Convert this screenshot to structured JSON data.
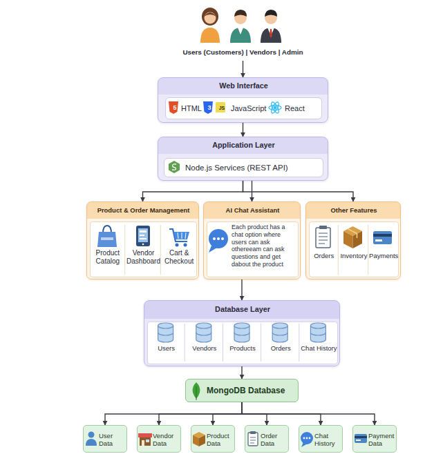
{
  "diagram": {
    "nodes": [
      {
        "text": [
          "Users (Customers) | Vendors | Admin"
        ]
      },
      {
        "text": [
          "Web Interface"
        ]
      },
      {
        "text": [
          "HTML",
          "JavaScript",
          "React"
        ],
        "in": 1
      },
      {
        "text": [
          "Application Layer"
        ]
      },
      {
        "text": [
          "Node.js Services (REST API)"
        ],
        "in": 3
      },
      {
        "text": [
          "Product & Order Management"
        ]
      },
      {
        "text": [
          "AI Chat Assistant",
          "Each product has a chat option where users can ask othereeam can ask questions and get dabout the product"
        ]
      },
      {
        "text": [
          "Other Features"
        ]
      },
      {
        "text": [
          "Database Layer"
        ]
      },
      {
        "text": [
          "MongoDB Database"
        ]
      },
      {
        "text": [
          "User Data"
        ]
      },
      {
        "text": [
          "Vendor Data"
        ]
      },
      {
        "text": [
          "Product Data"
        ]
      },
      {
        "text": [
          "Order Data"
        ]
      },
      {
        "text": [
          "Chat History"
        ]
      },
      {
        "text": [
          "Payment Data"
        ]
      }
    ],
    "edges": [
      {
        "from": 0,
        "to": 1,
        "arrow": "to"
      },
      {
        "from": 1,
        "to": 3,
        "arrow": "to"
      },
      {
        "from": 3,
        "to": 5,
        "arrow": "to"
      },
      {
        "from": 3,
        "to": 6,
        "arrow": "to"
      },
      {
        "from": 3,
        "to": 7,
        "arrow": "to"
      },
      {
        "from": 6,
        "to": 8,
        "arrow": "to"
      },
      {
        "from": 8,
        "to": 9,
        "arrow": "to"
      },
      {
        "from": 9,
        "to": 10,
        "arrow": "to"
      },
      {
        "from": 9,
        "to": 11,
        "arrow": "to"
      },
      {
        "from": 9,
        "to": 12,
        "arrow": "to"
      },
      {
        "from": 9,
        "to": 13,
        "arrow": "to"
      },
      {
        "from": 9,
        "to": 14,
        "arrow": "to"
      },
      {
        "from": 9,
        "to": 15,
        "arrow": "to"
      }
    ],
    "labels": [
      "5",
      "3",
      "JS",
      "Product Catalog",
      "Vendor Dashboard",
      "Cart & Checkout",
      "Orders",
      "Inventory",
      "Payments",
      "Users",
      "Vendors",
      "Products",
      "Orders",
      "Chat History"
    ]
  }
}
